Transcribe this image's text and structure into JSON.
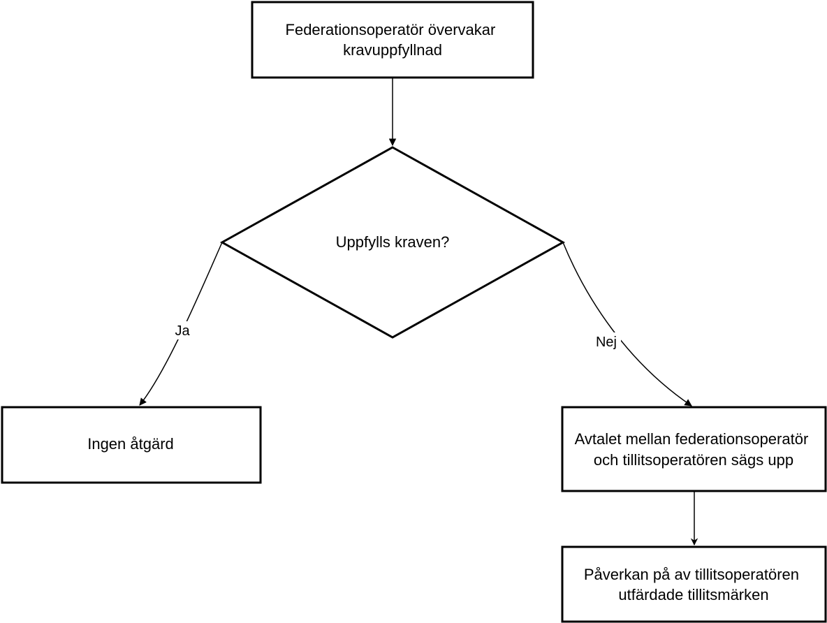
{
  "diagram": {
    "nodes": {
      "monitor": {
        "lines": [
          "Federationsoperatör övervakar",
          "kravuppfyllnad"
        ]
      },
      "decision": {
        "lines": [
          "Uppfylls kraven?"
        ]
      },
      "no_action": {
        "lines": [
          "Ingen åtgärd"
        ]
      },
      "terminate": {
        "lines": [
          "Avtalet mellan federationsoperatör",
          "och tillitsoperatören sägs upp"
        ]
      },
      "impact": {
        "lines": [
          "Påverkan på av tillitsoperatören",
          "utfärdade tillitsmärken"
        ]
      }
    },
    "edges": {
      "yes": {
        "label": "Ja"
      },
      "no": {
        "label": "Nej"
      }
    },
    "colors": {
      "stroke": "#000000",
      "fill": "#ffffff",
      "text": "#111111"
    }
  }
}
